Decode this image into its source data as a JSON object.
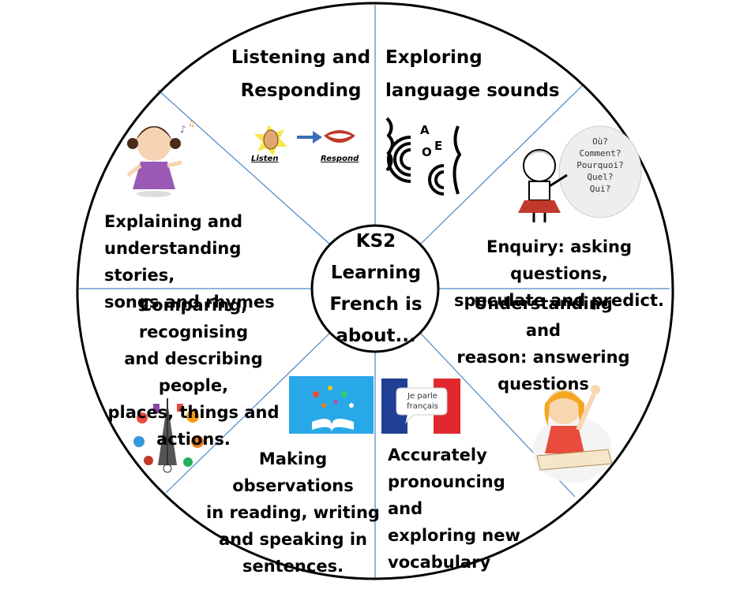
{
  "center_text": "KS2\nLearning\nFrench is\nabout...",
  "segments": [
    {
      "id": "listening",
      "label": "Listening and\nResponding"
    },
    {
      "id": "exploring-sounds",
      "label": "Exploring\nlanguage sounds"
    },
    {
      "id": "enquiry",
      "label": "Enquiry: asking questions,\nspeculate and predict."
    },
    {
      "id": "understanding",
      "label": "Understanding and\nreason: answering\nquestions"
    },
    {
      "id": "pronouncing",
      "label": "Accurately\npronouncing and\nexploring new\nvocabulary"
    },
    {
      "id": "observations",
      "label": "Making observations\nin reading, writing\nand speaking in\nsentences."
    },
    {
      "id": "comparing",
      "label": "Comparing, recognising\nand describing people,\nplaces, things and\nactions."
    },
    {
      "id": "stories",
      "label": "Explaining and\nunderstanding stories,\nsongs and rhymes"
    }
  ],
  "icons": {
    "listen_caption": "Listen",
    "respond_caption": "Respond",
    "sound_letters": [
      "A",
      "O",
      "E"
    ],
    "question_bubble": "Où?\nComment?\nPourquoi?\nQuel?\nQui?",
    "flag_bubble": "Je parle\nfrançais"
  },
  "colors": {
    "outline": "#000000",
    "divider": "#4a86c5",
    "flag_blue": "#1f3f95",
    "flag_red": "#e0282e",
    "book_bg": "#29a8e8"
  }
}
